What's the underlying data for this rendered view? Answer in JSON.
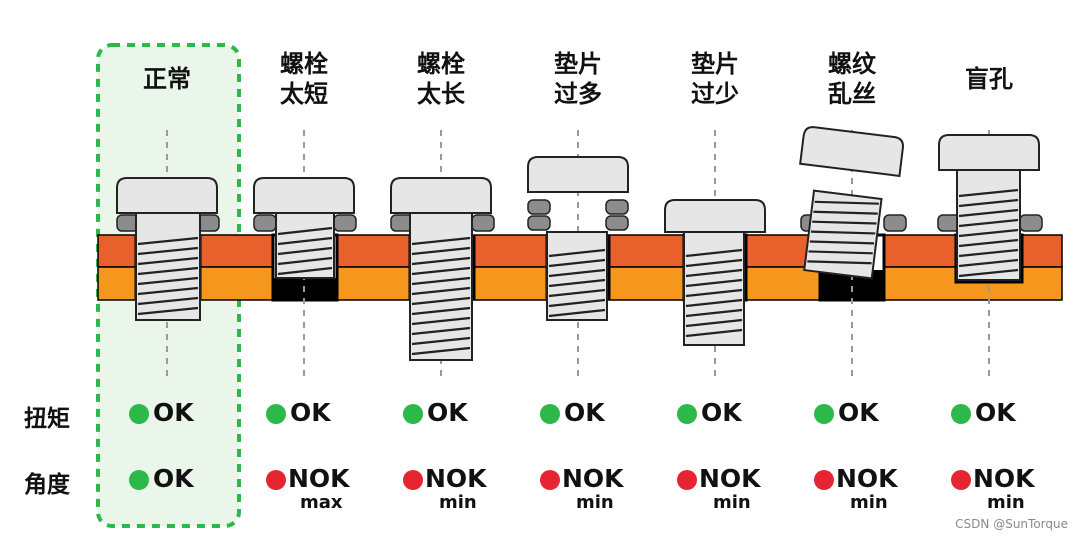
{
  "columns": [
    {
      "title": "正常",
      "torque": "OK",
      "angle": "OK",
      "angle_note": "",
      "highlight": true
    },
    {
      "title": "螺栓\n太短",
      "torque": "OK",
      "angle": "NOK",
      "angle_note": "max",
      "highlight": false
    },
    {
      "title": "螺栓\n太长",
      "torque": "OK",
      "angle": "NOK",
      "angle_note": "min",
      "highlight": false
    },
    {
      "title": "垫片\n过多",
      "torque": "OK",
      "angle": "NOK",
      "angle_note": "min",
      "highlight": false
    },
    {
      "title": "垫片\n过少",
      "torque": "OK",
      "angle": "NOK",
      "angle_note": "min",
      "highlight": false
    },
    {
      "title": "螺纹\n乱丝",
      "torque": "OK",
      "angle": "NOK",
      "angle_note": "min",
      "highlight": false
    },
    {
      "title": "盲孔",
      "torque": "OK",
      "angle": "NOK",
      "angle_note": "min",
      "highlight": false
    }
  ],
  "row_labels": {
    "torque": "扭矩",
    "angle": "角度"
  },
  "colors": {
    "ok": "#2db84a",
    "nok": "#e52532",
    "plate_top": "#e8602c",
    "plate_bottom": "#f5961d",
    "bolt_fill": "#e6e6e6",
    "washer": "#8c8c8c",
    "highlight_border": "#2db84a",
    "highlight_fill": "#eaf6ea"
  },
  "watermark": "CSDN @SunTorque"
}
